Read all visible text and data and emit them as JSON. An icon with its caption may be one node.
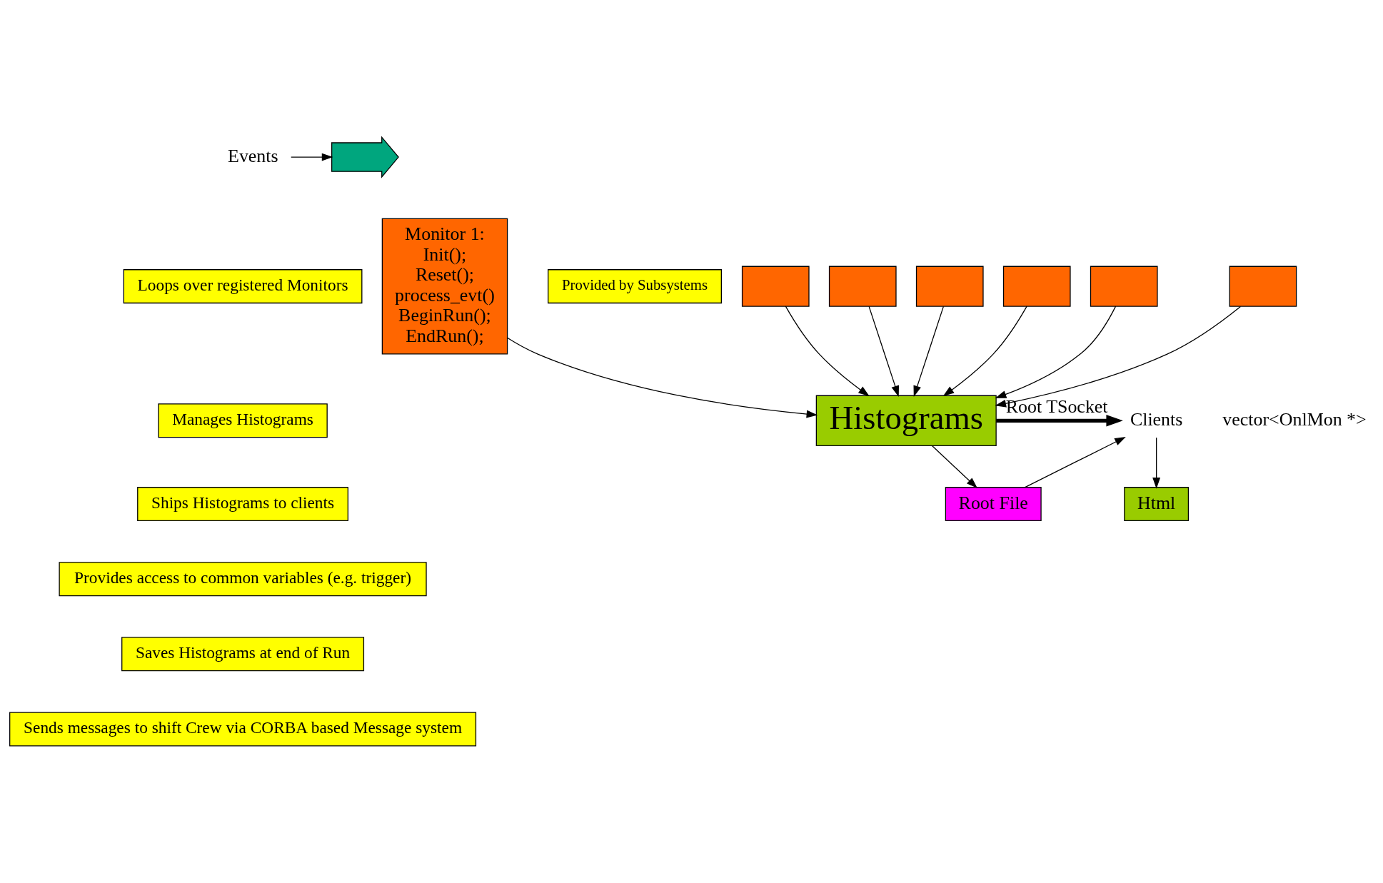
{
  "diagram": {
    "nodes": [
      {
        "text": [
          "Events"
        ]
      },
      {
        "text": [],
        "shape": "arrow"
      },
      {
        "text": [
          "Loops over registered Monitors"
        ]
      },
      {
        "text": [
          "Manages Histograms"
        ]
      },
      {
        "text": [
          "Ships Histograms to clients"
        ]
      },
      {
        "text": [
          "Provides access to common variables (e.g. trigger)"
        ]
      },
      {
        "text": [
          "Saves Histograms at end of Run"
        ]
      },
      {
        "text": [
          "Sends messages to shift Crew via CORBA based Message system"
        ]
      },
      {
        "text": [
          "Monitor 1:",
          "Init();",
          "Reset();",
          "process_evt()",
          "BeginRun();",
          "EndRun();"
        ]
      },
      {
        "text": [],
        "shape": "box"
      },
      {
        "text": [],
        "shape": "box"
      },
      {
        "text": [],
        "shape": "box"
      },
      {
        "text": [],
        "shape": "box"
      },
      {
        "text": [],
        "shape": "box"
      },
      {
        "text": [],
        "shape": "box"
      },
      {
        "text": [
          "Provided by Subsystems"
        ]
      },
      {
        "text": [
          "Histograms"
        ]
      },
      {
        "text": [
          "Clients"
        ]
      },
      {
        "text": [
          "Root File"
        ]
      },
      {
        "text": [
          "Html"
        ]
      }
    ],
    "edges": [
      {
        "from": 0,
        "to": 1,
        "arrow": "to"
      },
      {
        "from": 8,
        "to": 16,
        "arrow": "to"
      },
      {
        "from": 9,
        "to": 16,
        "arrow": "to"
      },
      {
        "from": 10,
        "to": 16,
        "arrow": "to"
      },
      {
        "from": 11,
        "to": 16,
        "arrow": "to"
      },
      {
        "from": 12,
        "to": 16,
        "arrow": "to"
      },
      {
        "from": 13,
        "to": 16,
        "arrow": "to"
      },
      {
        "from": 14,
        "to": 16,
        "arrow": "to"
      },
      {
        "from": 16,
        "to": 17,
        "arrow": "to",
        "label": "Root TSocket",
        "style": "thick"
      },
      {
        "from": 16,
        "to": 18,
        "arrow": "to"
      },
      {
        "from": 18,
        "to": 17,
        "arrow": "to"
      },
      {
        "from": 17,
        "to": 19,
        "arrow": "to"
      }
    ],
    "labels": [
      "vector<OnlMon *>"
    ]
  }
}
